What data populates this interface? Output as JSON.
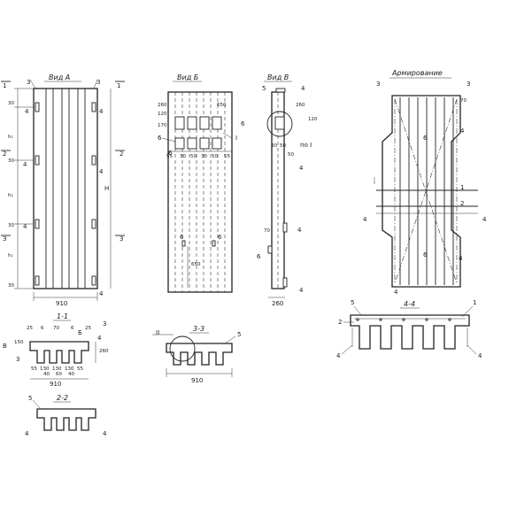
{
  "views": {
    "a": {
      "title": "Вид А"
    },
    "b": {
      "title": "Вид Б"
    },
    "v": {
      "title": "Вид В"
    },
    "arm": {
      "title": "Армирование"
    },
    "s11": {
      "title": "1-1"
    },
    "s22": {
      "title": "2-2"
    },
    "s33": {
      "title": "3-3"
    },
    "s44": {
      "title": "4-4"
    }
  },
  "dims": {
    "d910": "910",
    "d260": "260",
    "d650": "650",
    "d30": "30",
    "d50": "50",
    "d70": "70",
    "d25": "25",
    "d55": "55",
    "d60": "60",
    "d40": "40",
    "d130": "130",
    "d120": "120",
    "d150": "150",
    "d170": "170",
    "H": "H",
    "h1": "h₁",
    "h2": "h₂"
  },
  "markers": {
    "m1": "1",
    "m2": "2",
    "m3": "3",
    "m4": "4",
    "m5": "5",
    "m6": "6",
    "B": "Б",
    "V": "В",
    "rI": "I",
    "rII": "II",
    "poI": "по I"
  }
}
